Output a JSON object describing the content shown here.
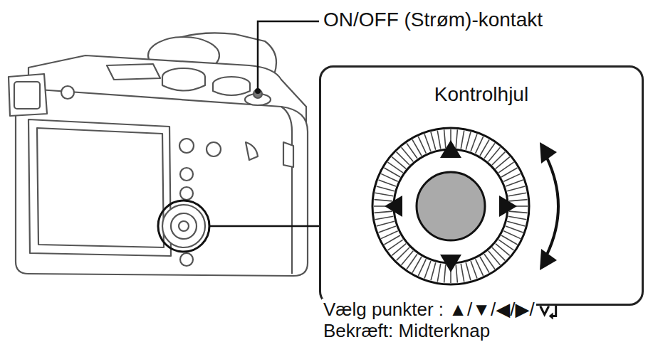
{
  "diagram": {
    "nodes": [
      {
        "text": [
          "Kontrolhjul"
        ]
      }
    ],
    "labels": [
      "ON/OFF (Strøm)-kontakt",
      "Vælg punkter : ▲/▼/◀/▶/",
      "Bekræft: Midterknap"
    ]
  }
}
